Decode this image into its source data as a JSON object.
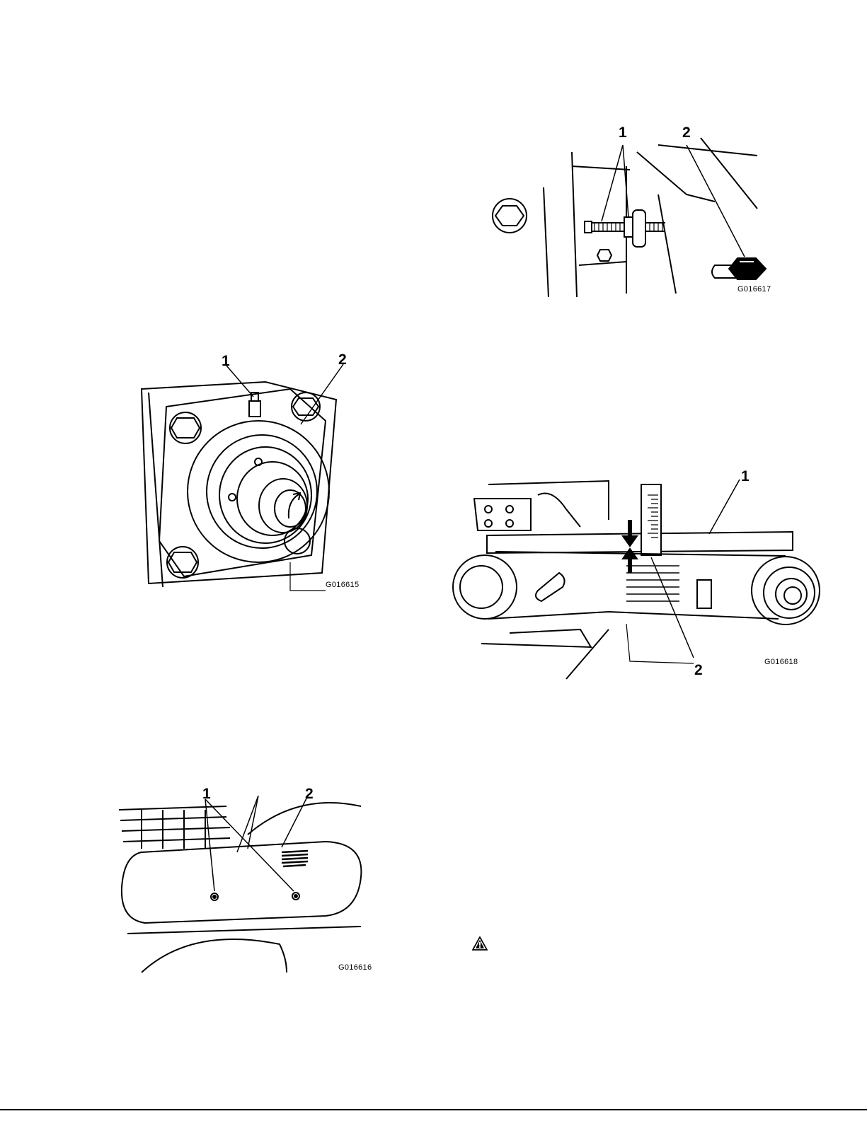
{
  "figures": [
    {
      "figure_id": "G016615",
      "callouts": [
        "1",
        "2"
      ]
    },
    {
      "figure_id": "G016616",
      "callouts": [
        "1",
        "2"
      ]
    },
    {
      "figure_id": "G016617",
      "callouts": [
        "1",
        "2"
      ]
    },
    {
      "figure_id": "G016618",
      "callouts": [
        "1",
        "2"
      ]
    }
  ],
  "icons": {
    "warning": "warning-triangle-icon"
  }
}
